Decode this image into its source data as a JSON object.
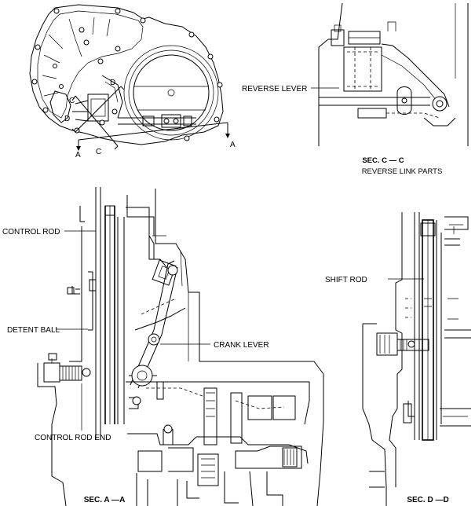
{
  "labels": {
    "reverse_lever": "REVERSE LEVER",
    "control_rod": "CONTROL ROD",
    "detent_ball": "DETENT BALL",
    "control_rod_end": "CONTROL ROD END",
    "crank_lever": "CRANK LEVER",
    "shift_rod": "SHIFT ROD"
  },
  "section_marks": {
    "a_top_right": "A",
    "a_bottom_left": "A",
    "c_left": "C",
    "c_bottom": "C",
    "d_top": "D",
    "d_left": "D"
  },
  "captions": {
    "sec_cc": "SEC. C — C",
    "sec_cc_sub": "REVERSE LINK PARTS",
    "sec_aa": "SEC. A —A",
    "sec_dd": "SEC. D —D"
  }
}
